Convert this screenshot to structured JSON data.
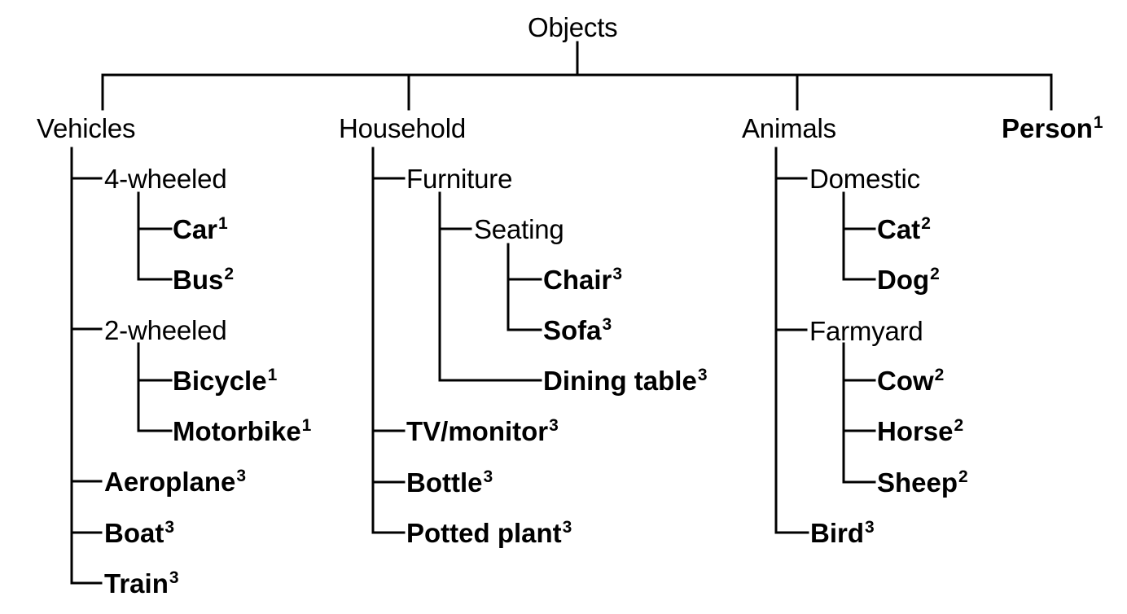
{
  "root": "Objects",
  "vehicles": {
    "label": "Vehicles",
    "four_wheeled": {
      "label": "4-wheeled",
      "car": {
        "label": "Car",
        "sup": "1"
      },
      "bus": {
        "label": "Bus",
        "sup": "2"
      }
    },
    "two_wheeled": {
      "label": "2-wheeled",
      "bicycle": {
        "label": "Bicycle",
        "sup": "1"
      },
      "motorbike": {
        "label": "Motorbike",
        "sup": "1"
      }
    },
    "aeroplane": {
      "label": "Aeroplane",
      "sup": "3"
    },
    "boat": {
      "label": "Boat",
      "sup": "3"
    },
    "train": {
      "label": "Train",
      "sup": "3"
    }
  },
  "household": {
    "label": "Household",
    "furniture": {
      "label": "Furniture",
      "seating": {
        "label": "Seating",
        "chair": {
          "label": "Chair",
          "sup": "3"
        },
        "sofa": {
          "label": "Sofa",
          "sup": "3"
        }
      },
      "dining_table": {
        "label": "Dining table",
        "sup": "3"
      }
    },
    "tv_monitor": {
      "label": "TV/monitor",
      "sup": "3"
    },
    "bottle": {
      "label": "Bottle",
      "sup": "3"
    },
    "potted_plant": {
      "label": "Potted plant",
      "sup": "3"
    }
  },
  "animals": {
    "label": "Animals",
    "domestic": {
      "label": "Domestic",
      "cat": {
        "label": "Cat",
        "sup": "2"
      },
      "dog": {
        "label": "Dog",
        "sup": "2"
      }
    },
    "farmyard": {
      "label": "Farmyard",
      "cow": {
        "label": "Cow",
        "sup": "2"
      },
      "horse": {
        "label": "Horse",
        "sup": "2"
      },
      "sheep": {
        "label": "Sheep",
        "sup": "2"
      }
    },
    "bird": {
      "label": "Bird",
      "sup": "3"
    }
  },
  "person": {
    "label": "Person",
    "sup": "1"
  }
}
